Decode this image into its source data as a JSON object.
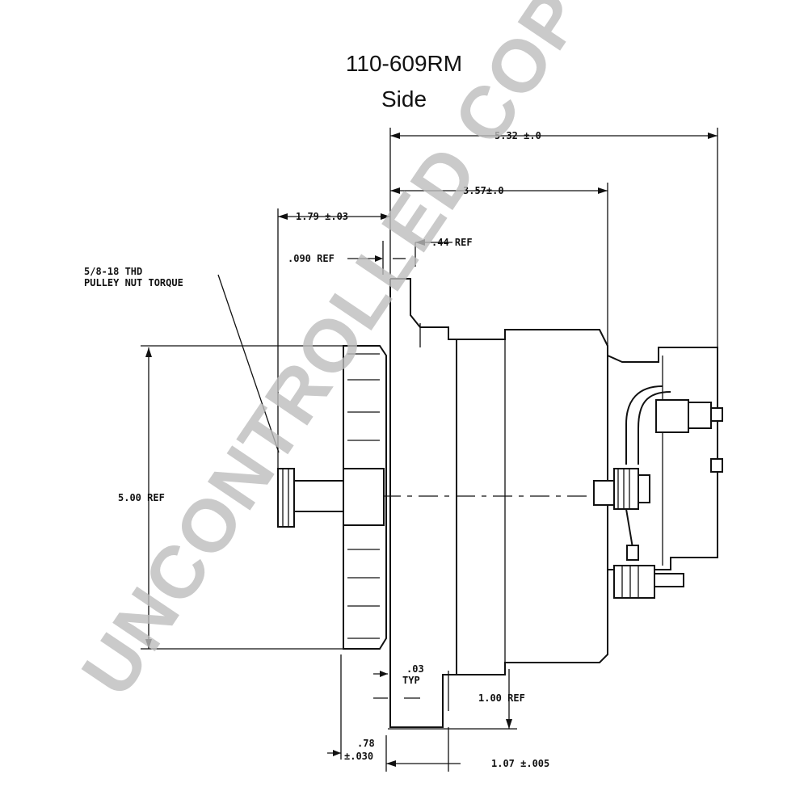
{
  "header": {
    "part_number": "110-609RM",
    "view": "Side"
  },
  "dimensions": {
    "overall_length": "5.32 ±.0",
    "body_length": "3.57±.0",
    "pulley_offset": "1.79 ±.03",
    "ref_090": ".090 REF",
    "ref_44": ".44 REF",
    "thread_note_line1": "5/8-18 THD",
    "thread_note_line2": "PULLEY NUT TORQUE",
    "height_ref": "5.00 REF",
    "typ_03": ".03",
    "typ_label": "TYP",
    "ref_100": "1.00 REF",
    "dim_78": ".78",
    "dim_030": "±.030",
    "dim_107": "1.07 ±.005"
  },
  "watermark": {
    "text": "UNCONTROLLED COPY",
    "color": "#bdbdbd"
  }
}
